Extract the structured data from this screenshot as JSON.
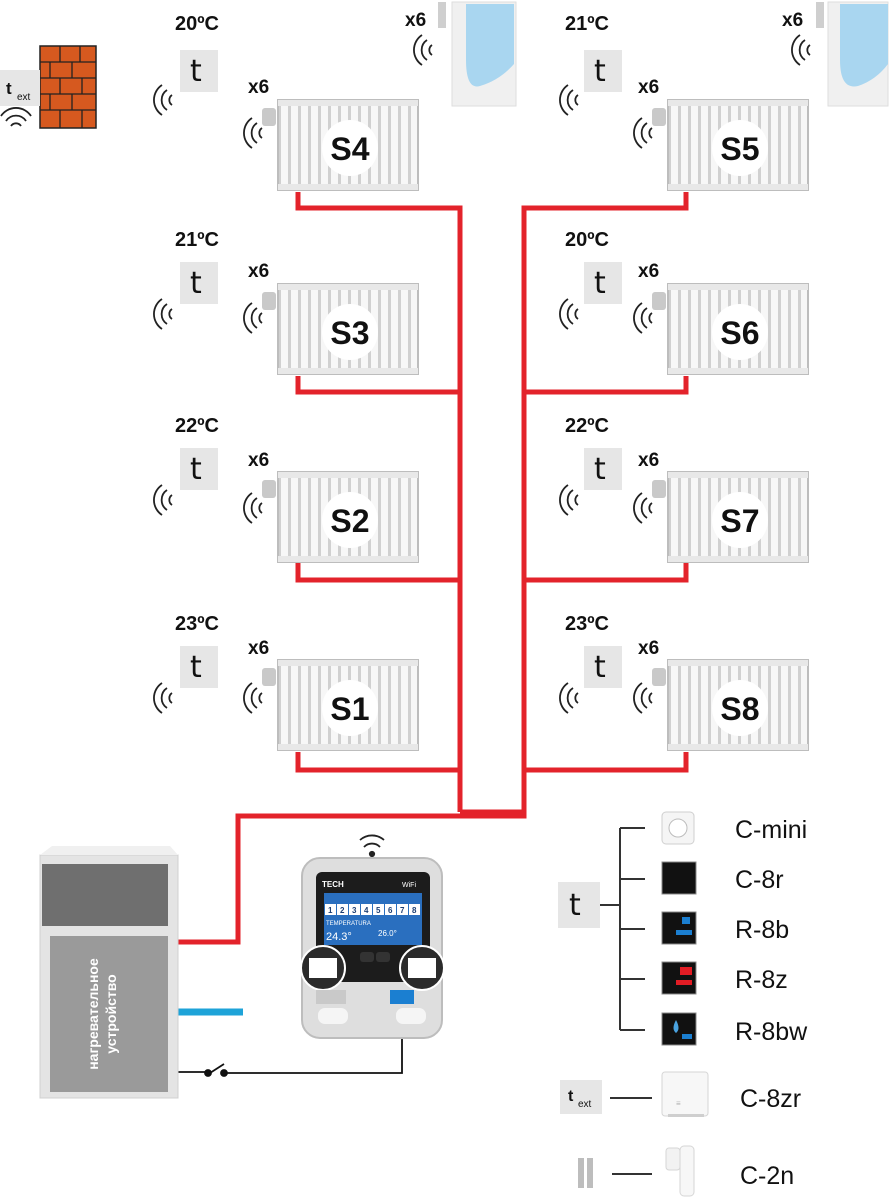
{
  "zones": [
    {
      "id": "S4",
      "temp": "20ºC",
      "valves": "x6"
    },
    {
      "id": "S3",
      "temp": "21ºC",
      "valves": "x6"
    },
    {
      "id": "S2",
      "temp": "22ºC",
      "valves": "x6"
    },
    {
      "id": "S1",
      "temp": "23ºC",
      "valves": "x6"
    },
    {
      "id": "S5",
      "temp": "21ºC",
      "valves": "x6"
    },
    {
      "id": "S6",
      "temp": "20ºC",
      "valves": "x6"
    },
    {
      "id": "S7",
      "temp": "22ºC",
      "valves": "x6"
    },
    {
      "id": "S8",
      "temp": "23ºC",
      "valves": "x6"
    }
  ],
  "window_sensors": [
    {
      "count": "x6"
    },
    {
      "count": "x6"
    }
  ],
  "thermostat_symbol": "t",
  "external_sensor": {
    "symbol": "t",
    "subscript": "ext"
  },
  "boiler": {
    "label_line1": "нагревательное",
    "label_line2": "устройство"
  },
  "controller": {
    "brand": "TECH",
    "wifi": "WiFi",
    "screen_temp": "24.3°",
    "screen_set": "26.0°",
    "screen_tab": "TEMPERATURA",
    "zone_numbers": [
      "1",
      "2",
      "3",
      "4",
      "5",
      "6",
      "7",
      "8"
    ]
  },
  "legend": {
    "symbol": "t",
    "items": [
      {
        "label": "C-mini",
        "icon": "round-sensor"
      },
      {
        "label": "C-8r",
        "icon": "black-panel"
      },
      {
        "label": "R-8b",
        "icon": "blue-panel"
      },
      {
        "label": "R-8z",
        "icon": "red-panel"
      },
      {
        "label": "R-8bw",
        "icon": "drop-panel"
      }
    ],
    "ext_row": {
      "symbol": "t",
      "subscript": "ext",
      "label": "C-8zr"
    },
    "window_row": {
      "label": "C-2n"
    }
  },
  "colors": {
    "pipe": "#e3232b",
    "cold_pipe": "#1ea3d8",
    "brick": "#d6591f",
    "thermo_bg": "#e6e6e6",
    "panel_blue": "#1b7fd1",
    "panel_red": "#e21c24"
  }
}
